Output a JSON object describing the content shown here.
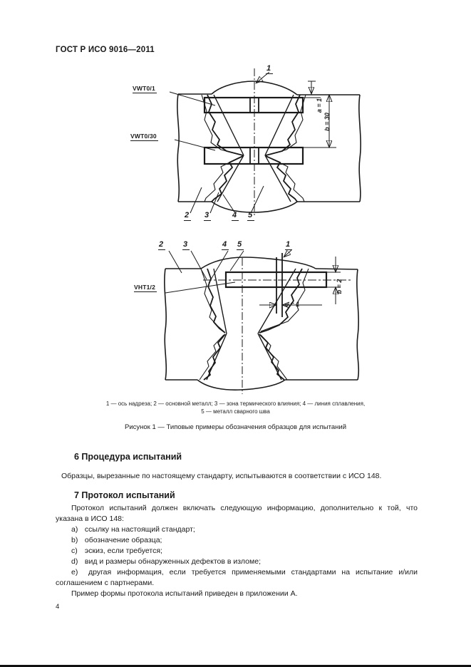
{
  "header": {
    "title": "ГОСТ Р ИСО 9016—2011"
  },
  "figure": {
    "d1": {
      "label1": "VWT0/1",
      "label2": "VWT0/30",
      "callouts": [
        "1",
        "2",
        "3",
        "4",
        "5"
      ],
      "dim_a": "a = 1",
      "dim_b": "b = 30"
    },
    "d2": {
      "label": "VHT1/2",
      "callouts": [
        "2",
        "3",
        "4",
        "5",
        "1"
      ],
      "dim_b": "b = 2",
      "dim_e": "e = 1"
    },
    "legend1": "1 — ось надреза; 2 — основной металл; 3 — зона термического влияния; 4 — линия сплавления,",
    "legend2": "5 — металл сварного шва",
    "caption": "Рисунок  1 — Типовые примеры обозначения образцов для испытаний"
  },
  "sections": {
    "s6": {
      "heading": "6  Процедура испытаний",
      "body": "Образцы, вырезанные по настоящему стандарту, испытываются в соответствии с ИСО 148."
    },
    "s7": {
      "heading": "7  Протокол испытаний",
      "intro": "Протокол испытаний должен включать следующую информацию, дополнительно к той, что указана в ИСО 148:",
      "items": [
        {
          "marker": "a)",
          "text": "ссылку на настоящий стандарт;"
        },
        {
          "marker": "b)",
          "text": "обозначение образца;"
        },
        {
          "marker": "c)",
          "text": "эскиз, если требуется;"
        },
        {
          "marker": "d)",
          "text": "вид и размеры обнаруженных дефектов в изломе;"
        },
        {
          "marker": "e)",
          "text": "другая информация, если требуется применяемыми стандартами на испытание и/или соглашением с партнерами."
        }
      ],
      "closing": "Пример формы протокола испытаний приведен в приложении А."
    }
  },
  "footer": {
    "page_number": "4"
  }
}
